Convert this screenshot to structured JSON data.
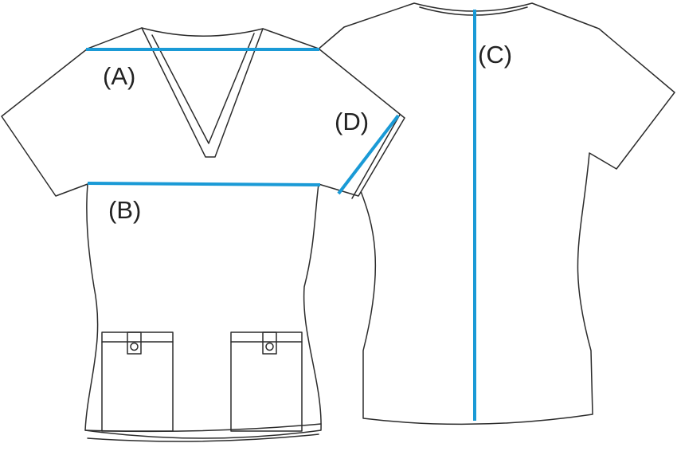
{
  "colors": {
    "measure_line": "#1a9ad6",
    "outline": "#2b2b2b",
    "garment_fill": "#ffffff"
  },
  "labels": {
    "a": "(A)",
    "b": "(B)",
    "c": "(C)",
    "d": "(D)"
  }
}
